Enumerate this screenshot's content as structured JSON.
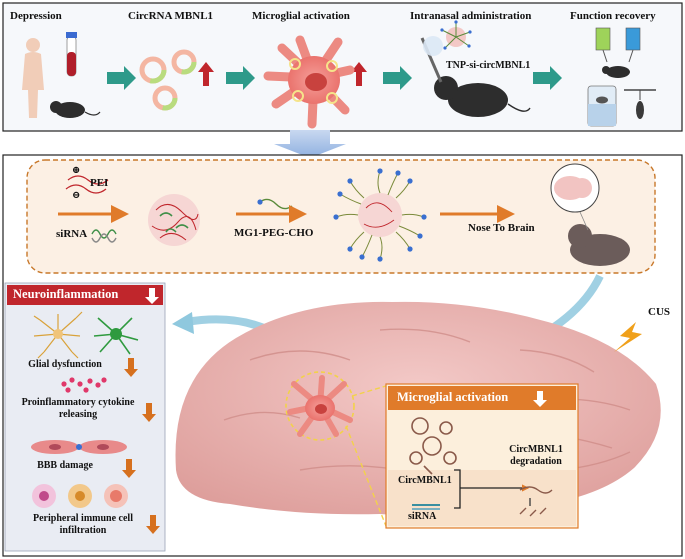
{
  "top_panel": {
    "steps": [
      {
        "label": "Depression"
      },
      {
        "label": "CircRNA MBNL1"
      },
      {
        "label": "Microglial activation"
      },
      {
        "label": "Intranasal administration"
      },
      {
        "label": "Function recovery"
      }
    ],
    "sublabel_tnp": "TNP-si-circMBNL1",
    "arrow_color": "#2e9a8a",
    "up_arrow_color": "#c0262c"
  },
  "synthesis_panel": {
    "pei_label": "PEI",
    "sirna_label": "siRNA",
    "mg1_label": "MG1-PEG-CHO",
    "nose_label": "Nose To Brain",
    "plus_sign": "⊕",
    "minus_sign": "⊖",
    "border_color": "#c8782a"
  },
  "neuro_panel": {
    "title": "Neuroinflammation",
    "title_bg": "#c0262c",
    "items": [
      {
        "label": "Glial dysfunction"
      },
      {
        "label": "Proinflammatory cytokine releasing"
      },
      {
        "label": "BBB damage"
      },
      {
        "label": "Peripheral immune cell infiltration"
      }
    ],
    "down_arrow_color": "#d6701e"
  },
  "brain_panel": {
    "cus_label": "CUS",
    "micro_title": "Microglial activation",
    "micro_title_bg": "#e07b2a",
    "circ_label": "CircMBNL1",
    "sirna_label": "siRNA",
    "degradation_label": "CircMBNL1 degradation"
  }
}
